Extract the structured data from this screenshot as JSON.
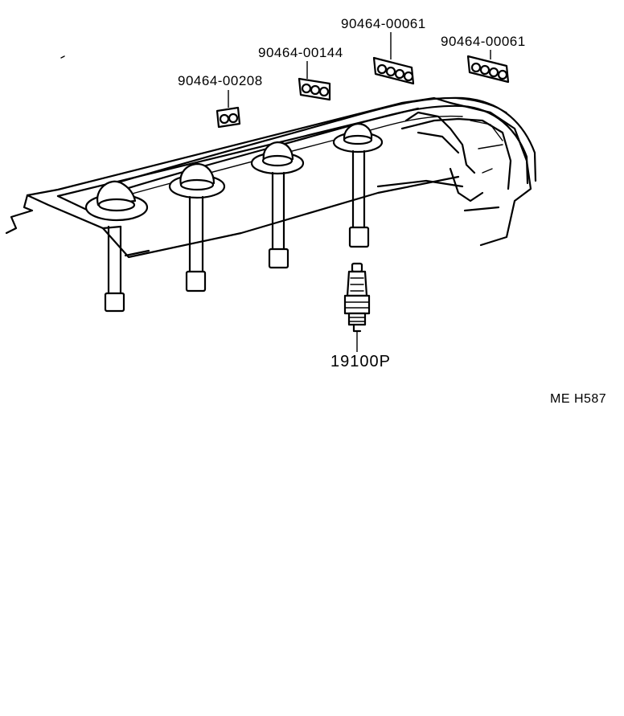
{
  "callouts": {
    "clamp_1": "90464-00208",
    "clamp_2": "90464-00144",
    "clamp_3": "90464-00061",
    "clamp_4": "90464-00061",
    "spark_plug": "19100P",
    "illustration_ref": "ME H587"
  }
}
